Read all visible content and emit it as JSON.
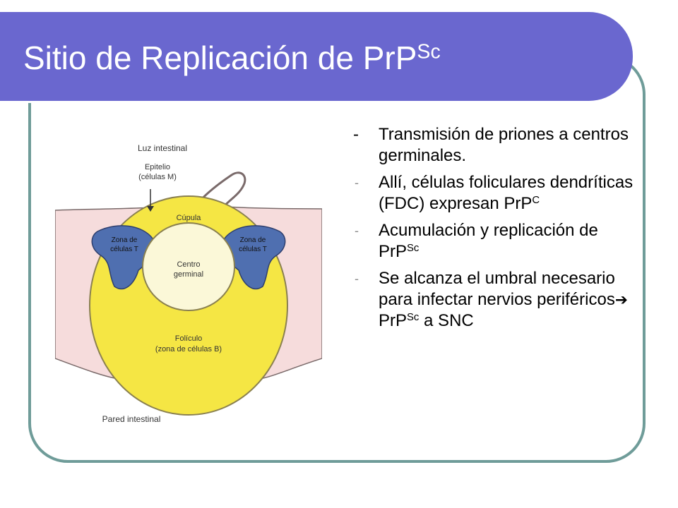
{
  "slide": {
    "title_main": "Sitio de Replicación de PrP",
    "title_sup": "Sc"
  },
  "colors": {
    "title_bar": "#6a67cf",
    "frame_border": "#6f9c99",
    "bullet_dash": "#8d8d8d",
    "follicle_yellow": "#f5e644",
    "t_zone_blue": "#4f6fb0",
    "tissue_pink": "#f6dcdc",
    "germinal_center": "#fbf8d8"
  },
  "bullets": [
    {
      "marker": "-",
      "text": "Transmisión de priones a centros germinales.",
      "sup": "",
      "after_sup": "",
      "tail": ""
    },
    {
      "marker": "-",
      "text": "Allí, células foliculares dendríticas (FDC) expresan PrP",
      "sup": "C",
      "after_sup": "",
      "tail": ""
    },
    {
      "marker": "-",
      "text": "Acumulación y replicación de PrP",
      "sup": "Sc",
      "after_sup": "",
      "tail": ""
    },
    {
      "marker": "-",
      "text": " Se alcanza el umbral necesario para infectar nervios periféricos",
      "arrow": "➔",
      "tail": "PrP",
      "sup2": "Sc",
      "tail2": " a SNC"
    }
  ],
  "diagram": {
    "labels": {
      "lumen": "Luz intestinal",
      "epithelium_1": "Epitelio",
      "epithelium_2": "(células M)",
      "dome": "Cúpula",
      "t_zone_left_1": "Zona de",
      "t_zone_left_2": "células T",
      "t_zone_right_1": "Zona de",
      "t_zone_right_2": "células T",
      "germinal_1": "Centro",
      "germinal_2": "germinal",
      "follicle_1": "Folículo",
      "follicle_2": "(zona de células B)",
      "wall": "Pared intestinal"
    }
  }
}
